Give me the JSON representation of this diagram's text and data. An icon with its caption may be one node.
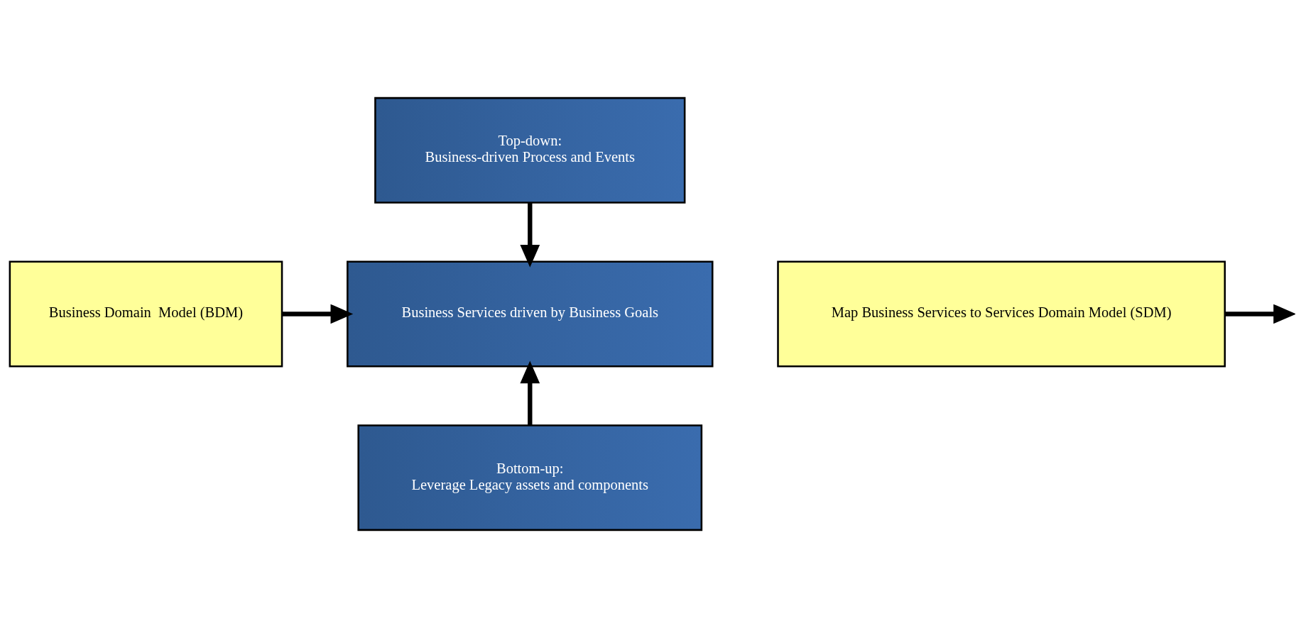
{
  "diagram": {
    "nodes": [
      {
        "text": [
          "Top-down:",
          "Business-driven Process and Events"
        ]
      },
      {
        "text": [
          "Business Domain  Model (BDM)"
        ]
      },
      {
        "text": [
          "Business Services driven by Business Goals"
        ]
      },
      {
        "text": [
          "Map Business Services to Services Domain Model (SDM)"
        ]
      },
      {
        "text": [
          "Bottom-up:",
          "Leverage Legacy assets and components"
        ]
      }
    ],
    "edges": [
      {
        "from": 0,
        "to": 2,
        "arrow": "to"
      },
      {
        "from": 1,
        "to": 2,
        "arrow": "to"
      },
      {
        "from": 4,
        "to": 2,
        "arrow": "to"
      },
      {
        "from": 3,
        "to": null,
        "arrow": "to"
      }
    ]
  }
}
